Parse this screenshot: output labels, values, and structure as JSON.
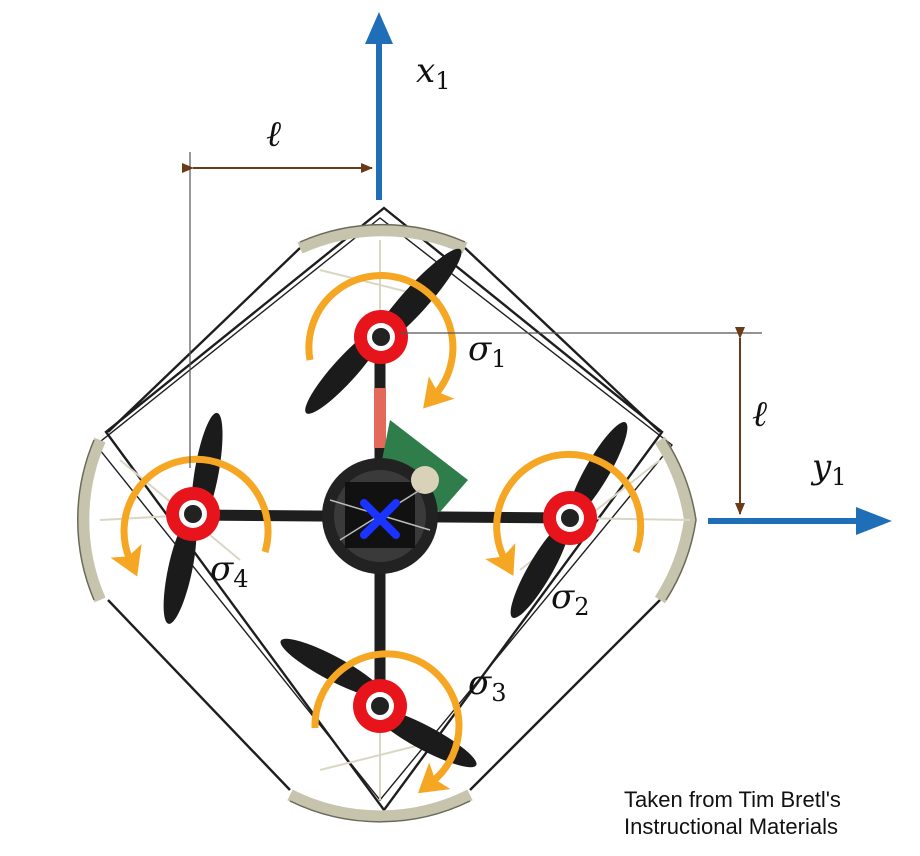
{
  "axes": {
    "x_axis": {
      "symbol": "x",
      "subscript": "1"
    },
    "y_axis": {
      "symbol": "y",
      "subscript": "1"
    }
  },
  "dimensions": {
    "arm_length_horizontal": "ℓ",
    "arm_length_vertical": "ℓ"
  },
  "rotors": [
    {
      "symbol": "σ",
      "subscript": "1"
    },
    {
      "symbol": "σ",
      "subscript": "2"
    },
    {
      "symbol": "σ",
      "subscript": "3"
    },
    {
      "symbol": "σ",
      "subscript": "4"
    }
  ],
  "credit": {
    "line1": "Taken from Tim Bretl's",
    "line2": "Instructional Materials"
  },
  "colors": {
    "axis_blue": "#1f6fb8",
    "dimension_brown": "#6b3a17",
    "spin_arrow_orange": "#f5a623",
    "motor_red": "#e8141c",
    "center_marker_blue": "#1a33ff",
    "frame_beige": "#c7c4ae",
    "frame_black": "#1e1e1e"
  }
}
